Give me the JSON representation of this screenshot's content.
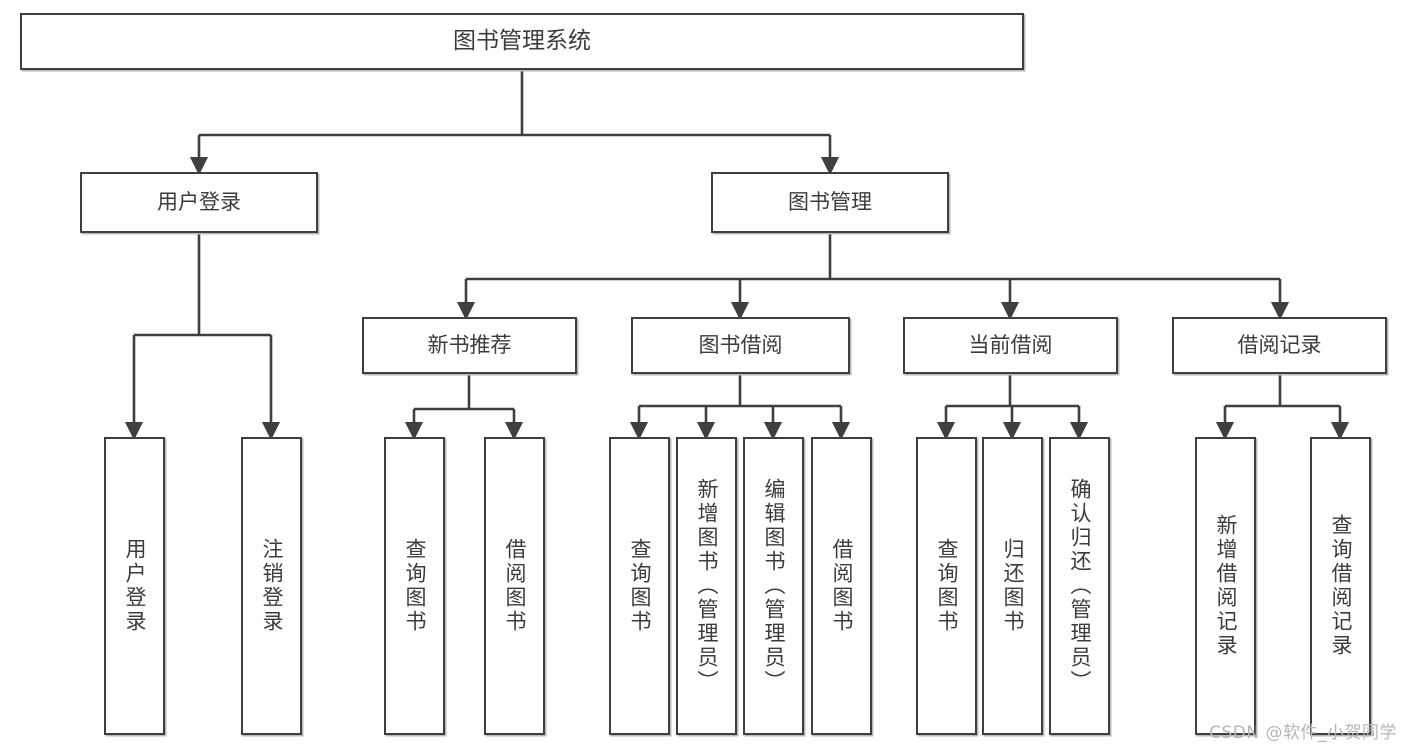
{
  "diagram": {
    "title": "图书管理系统",
    "type": "tree-hierarchy",
    "colors": {
      "background": "#ffffff",
      "border": "#3f3f3f",
      "text": "#3c3c3c",
      "connector": "#3f3f3f",
      "shadow": "#b9b9b9",
      "watermark": "#b6b6b6"
    },
    "root": {
      "label": "图书管理系统"
    },
    "level1": [
      {
        "label": "用户登录"
      },
      {
        "label": "图书管理"
      }
    ],
    "level2": [
      {
        "label": "新书推荐"
      },
      {
        "label": "图书借阅"
      },
      {
        "label": "当前借阅"
      },
      {
        "label": "借阅记录"
      }
    ],
    "leaves": {
      "user_login": [
        {
          "label": "用户登录"
        },
        {
          "label": "注销登录"
        }
      ],
      "new_book_recommend": [
        {
          "label": "查询图书"
        },
        {
          "label": "借阅图书"
        }
      ],
      "book_borrow": [
        {
          "label": "查询图书"
        },
        {
          "label": "新增图书（管理员）"
        },
        {
          "label": "编辑图书（管理员）"
        },
        {
          "label": "借阅图书"
        }
      ],
      "current_borrow": [
        {
          "label": "查询图书"
        },
        {
          "label": "归还图书"
        },
        {
          "label": "确认归还（管理员）"
        }
      ],
      "borrow_record": [
        {
          "label": "新增借阅记录"
        },
        {
          "label": "查询借阅记录"
        }
      ]
    }
  },
  "watermark": {
    "text": "CSDN @软件_小贺同学"
  }
}
